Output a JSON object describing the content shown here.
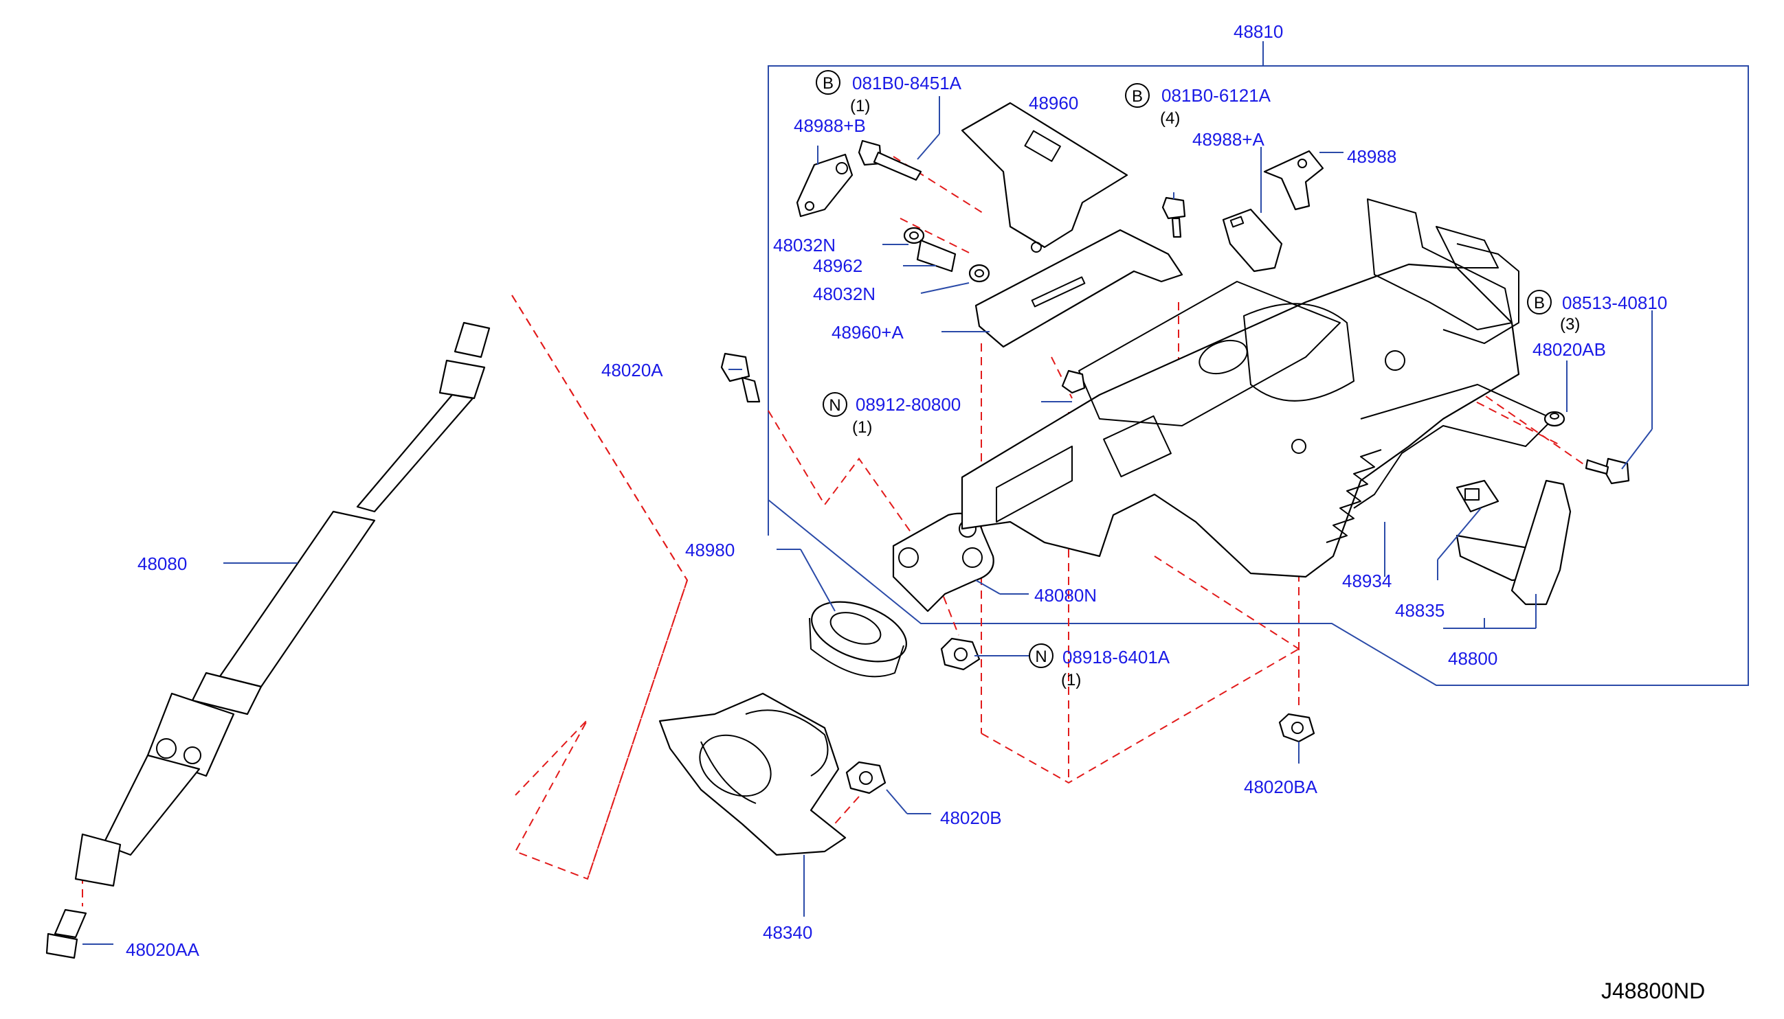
{
  "labels": {
    "p48810": "48810",
    "b1_code": "081B0-8451A",
    "b1_qty": "(1)",
    "p48960": "48960",
    "b2_code": "081B0-6121A",
    "b2_qty": "(4)",
    "p48988b": "48988+B",
    "p48988a": "48988+A",
    "p48988": "48988",
    "p48032n_1": "48032N",
    "p48962": "48962",
    "p48032n_2": "48032N",
    "p48960a": "48960+A",
    "b3_code": "08513-40810",
    "b3_qty": "(3)",
    "p48020ab": "48020AB",
    "p48020a": "48020A",
    "n1_code": "08912-80800",
    "n1_qty": "(1)",
    "p48080": "48080",
    "p48980": "48980",
    "p48080n": "48080N",
    "p48934": "48934",
    "p48835": "48835",
    "p48800": "48800",
    "n2_code": "08918-6401A",
    "n2_qty": "(1)",
    "p48020ba": "48020BA",
    "p48020b": "48020B",
    "p48340": "48340",
    "p48020aa": "48020AA",
    "diagram_code": "J48800ND"
  },
  "markers": {
    "bolt": "B",
    "nut": "N"
  },
  "colors": {
    "label": "#1a1ae6",
    "leader": "#2a4aa8",
    "dashed": "#e21a1a",
    "part_outline": "#000000"
  }
}
